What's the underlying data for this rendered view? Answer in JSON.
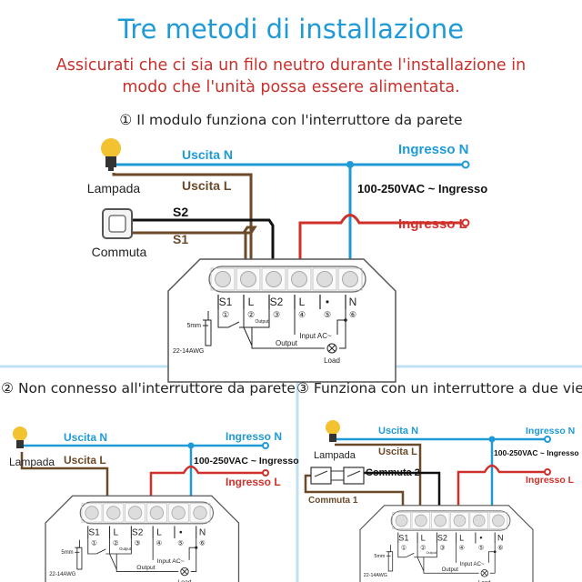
{
  "title": "Tre metodi di installazione",
  "warning": [
    "Assicurati che ci sia un filo neutro durante l'installazione in",
    "modo che l'unità possa essere alimentata."
  ],
  "colors": {
    "title": "#1f9ad6",
    "warning": "#c9302c",
    "neutral_wire": "#1f9ad6",
    "load_wire": "#6b4a2a",
    "live_wire": "#d0302a",
    "switch_wire": "#111111",
    "bulb": "#f2c230"
  },
  "module": {
    "terminals": [
      "S1",
      "L",
      "S2",
      "L",
      "•",
      "N"
    ],
    "numbers": [
      "①",
      "②",
      "③",
      "④",
      "⑤",
      "⑥"
    ],
    "output_small": "Output",
    "input_ac": "Input  AC~",
    "output": "Output",
    "load": "Load",
    "strip": "5mm",
    "awg": "22-14AWG"
  },
  "method1": {
    "heading": "① Il modulo funziona con l'interruttore da parete",
    "uscita_n": "Uscita N",
    "uscita_l": "Uscita L",
    "ingresso_n": "Ingresso N",
    "ingresso_l": "Ingresso L",
    "voltage": "100-250VAC ~ Ingresso",
    "lamp": "Lampada",
    "switch": "Commuta",
    "s1": "S1",
    "s2": "S2"
  },
  "method2": {
    "heading": "② Non connesso all'interruttore da parete",
    "uscita_n": "Uscita N",
    "uscita_l": "Uscita L",
    "ingresso_n": "Ingresso N",
    "ingresso_l": "Ingresso L",
    "voltage": "100-250VAC ~ Ingresso",
    "lamp": "Lampada"
  },
  "method3": {
    "heading": "③ Funziona con un interruttore a due vie",
    "uscita_n": "Uscita N",
    "uscita_l": "Uscita L",
    "ingresso_n": "Ingresso N",
    "ingresso_l": "Ingresso L",
    "voltage": "100-250VAC ~ Ingresso",
    "lamp": "Lampada",
    "switch1": "Commuta 1",
    "switch2": "Commuta 2"
  }
}
